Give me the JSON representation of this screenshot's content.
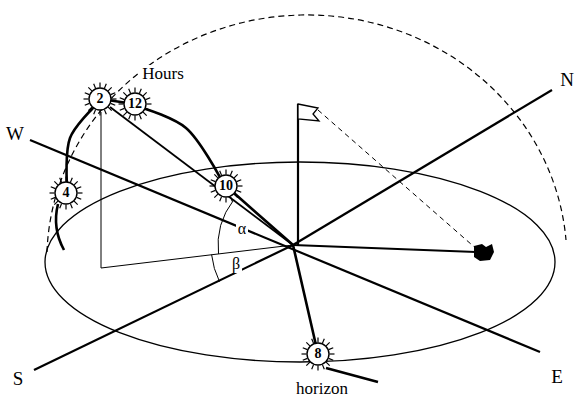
{
  "diagram": {
    "nodes": [
      {
        "text": [
          "2"
        ]
      },
      {
        "text": [
          "12"
        ]
      },
      {
        "text": [
          "4"
        ]
      },
      {
        "text": [
          "10"
        ]
      },
      {
        "text": [
          "8"
        ]
      }
    ],
    "edges": [
      {
        "from": 4,
        "to": 3,
        "arrow": "none"
      },
      {
        "from": 3,
        "to": 1,
        "arrow": "none"
      },
      {
        "from": 1,
        "to": 0,
        "arrow": "none"
      },
      {
        "from": 0,
        "to": 2,
        "arrow": "none"
      }
    ],
    "labels": [
      "Hours",
      "W",
      "N",
      "S",
      "E",
      "horizon",
      "α",
      "β"
    ]
  }
}
